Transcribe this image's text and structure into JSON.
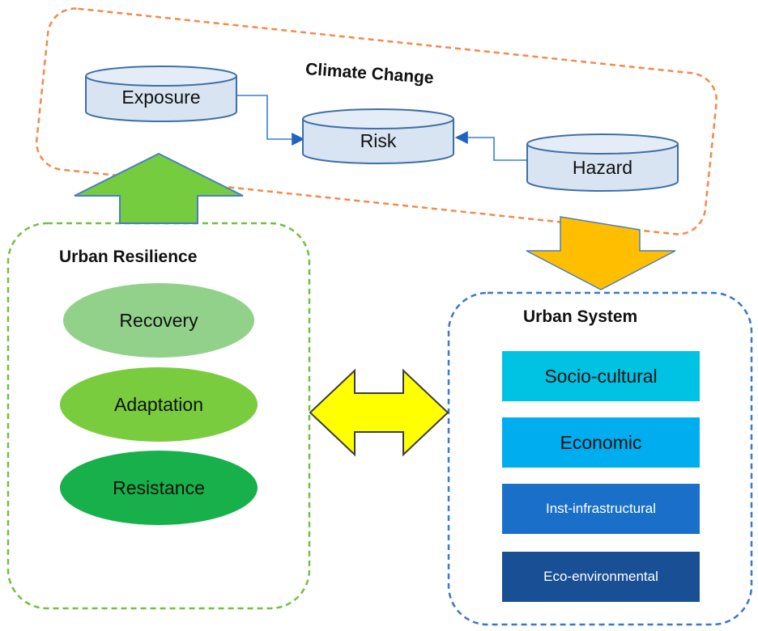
{
  "climate": {
    "title": "Climate Change",
    "exposure": "Exposure",
    "risk": "Risk",
    "hazard": "Hazard"
  },
  "resilience": {
    "title": "Urban Resilience",
    "items": [
      {
        "label": "Recovery",
        "color": "#92d18a"
      },
      {
        "label": "Adaptation",
        "color": "#79cc3e"
      },
      {
        "label": "Resistance",
        "color": "#17b04a"
      }
    ]
  },
  "system": {
    "title": "Urban System",
    "items": [
      {
        "label": "Socio-cultural",
        "color": "#00c3e3",
        "text": "#111111"
      },
      {
        "label": "Economic",
        "color": "#00aeef",
        "text": "#111111"
      },
      {
        "label": "Inst-infrastructural",
        "color": "#1a70c8",
        "text": "#ffffff"
      },
      {
        "label": "Eco-environmental",
        "color": "#184f95",
        "text": "#ffffff"
      }
    ]
  },
  "colors": {
    "climate_border": "#f28a4b",
    "resilience_border": "#72bf44",
    "system_border": "#3a78c9",
    "cylinder_fill": "#d8e4f2",
    "cylinder_stroke": "#3f6fa5",
    "connector": "#3b7fd0",
    "green_arrow": "#76cc3f",
    "orange_arrow": "#ffbf00",
    "yellow_arrow": "#ffff00"
  }
}
